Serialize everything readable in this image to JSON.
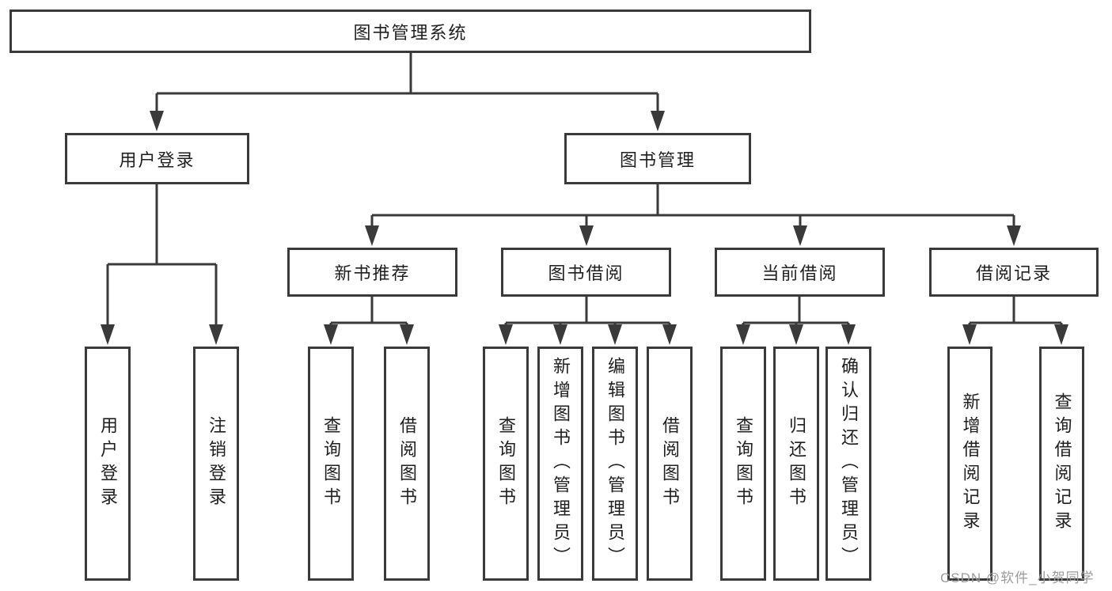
{
  "diagram": {
    "title": {
      "label": "图书管理系统"
    },
    "level2": {
      "user_login": {
        "label": "用户登录"
      },
      "book_management": {
        "label": "图书管理"
      }
    },
    "level3": {
      "new_book_recommend": {
        "label": "新书推荐"
      },
      "book_borrow": {
        "label": "图书借阅"
      },
      "current_borrow": {
        "label": "当前借阅"
      },
      "borrow_record": {
        "label": "借阅记录"
      }
    },
    "leaves": {
      "user_login_leaf": {
        "label": "用户登录",
        "parent": "用户登录"
      },
      "logout_leaf": {
        "label": "注销登录",
        "parent": "用户登录"
      },
      "nb_query_books": {
        "label": "查询图书",
        "parent": "新书推荐"
      },
      "nb_borrow_books": {
        "label": "借阅图书",
        "parent": "新书推荐"
      },
      "bb_query_books": {
        "label": "查询图书",
        "parent": "图书借阅"
      },
      "bb_add_books": {
        "label": "新增图书（管理员）",
        "parent": "图书借阅"
      },
      "bb_edit_books": {
        "label": "编辑图书（管理员）",
        "parent": "图书借阅"
      },
      "bb_borrow_books": {
        "label": "借阅图书",
        "parent": "图书借阅"
      },
      "cb_query_books": {
        "label": "查询图书",
        "parent": "当前借阅"
      },
      "cb_return_books": {
        "label": "归还图书",
        "parent": "当前借阅"
      },
      "cb_confirm_return": {
        "label": "确认归还（管理员）",
        "parent": "当前借阅"
      },
      "br_add_record": {
        "label": "新增借阅记录",
        "parent": "借阅记录"
      },
      "br_query_record": {
        "label": "查询借阅记录",
        "parent": "借阅记录"
      }
    }
  },
  "watermark": {
    "text": "CSDN @软件_小贺同学"
  },
  "colors": {
    "line": "#3a3a3a",
    "text": "#1f1f1f",
    "watermark_gray": "#9b9b9b",
    "background": "#ffffff"
  }
}
